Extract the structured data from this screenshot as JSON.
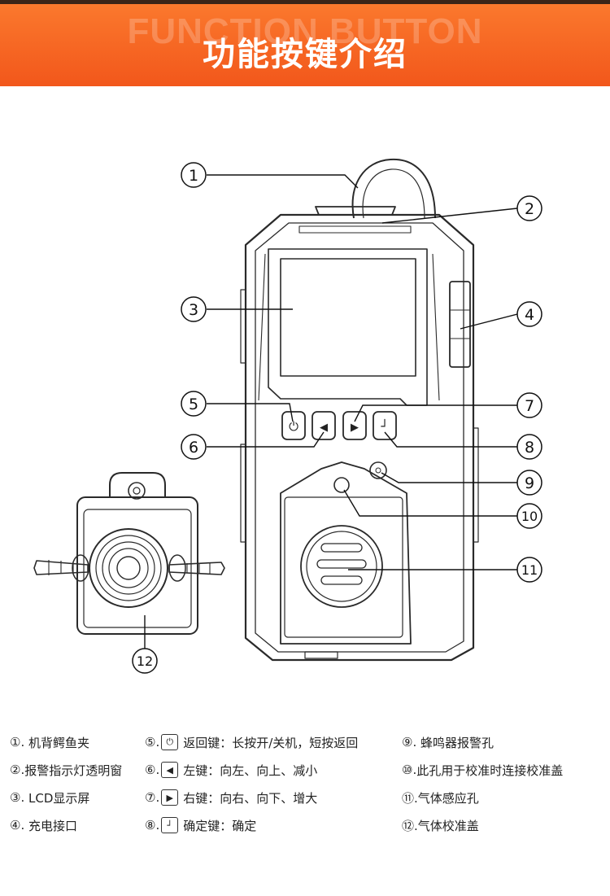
{
  "header": {
    "bg_text": "FUNCTION BUTTON",
    "title": "功能按键介绍",
    "accent": "#f5611f"
  },
  "callouts": [
    "1",
    "2",
    "3",
    "4",
    "5",
    "6",
    "7",
    "8",
    "9",
    "10",
    "11",
    "12"
  ],
  "legend": {
    "col1": [
      {
        "num": "①.",
        "text": "机背鳄鱼夹"
      },
      {
        "num": "②.",
        "text": "报警指示灯透明窗"
      },
      {
        "num": "③.",
        "text": "LCD显示屏"
      },
      {
        "num": "④.",
        "text": "充电接口"
      }
    ],
    "col2": [
      {
        "num": "⑤.",
        "icon": "power-icon",
        "symbol": "⏻",
        "text": "返回键：长按开/关机，短按返回"
      },
      {
        "num": "⑥.",
        "icon": "left-arrow-icon",
        "symbol": "◀",
        "text": "左键：向左、向上、减小"
      },
      {
        "num": "⑦.",
        "icon": "right-arrow-icon",
        "symbol": "▶",
        "text": "右键：向右、向下、增大"
      },
      {
        "num": "⑧.",
        "icon": "enter-icon",
        "symbol": "┘",
        "text": "确定键：确定"
      }
    ],
    "col3": [
      {
        "num": "⑨.",
        "text": "蜂鸣器报警孔"
      },
      {
        "num": "⑩.",
        "text": "此孔用于校准时连接校准盖"
      },
      {
        "num": "⑪.",
        "text": "气体感应孔"
      },
      {
        "num": "⑫.",
        "text": "气体校准盖"
      }
    ]
  }
}
